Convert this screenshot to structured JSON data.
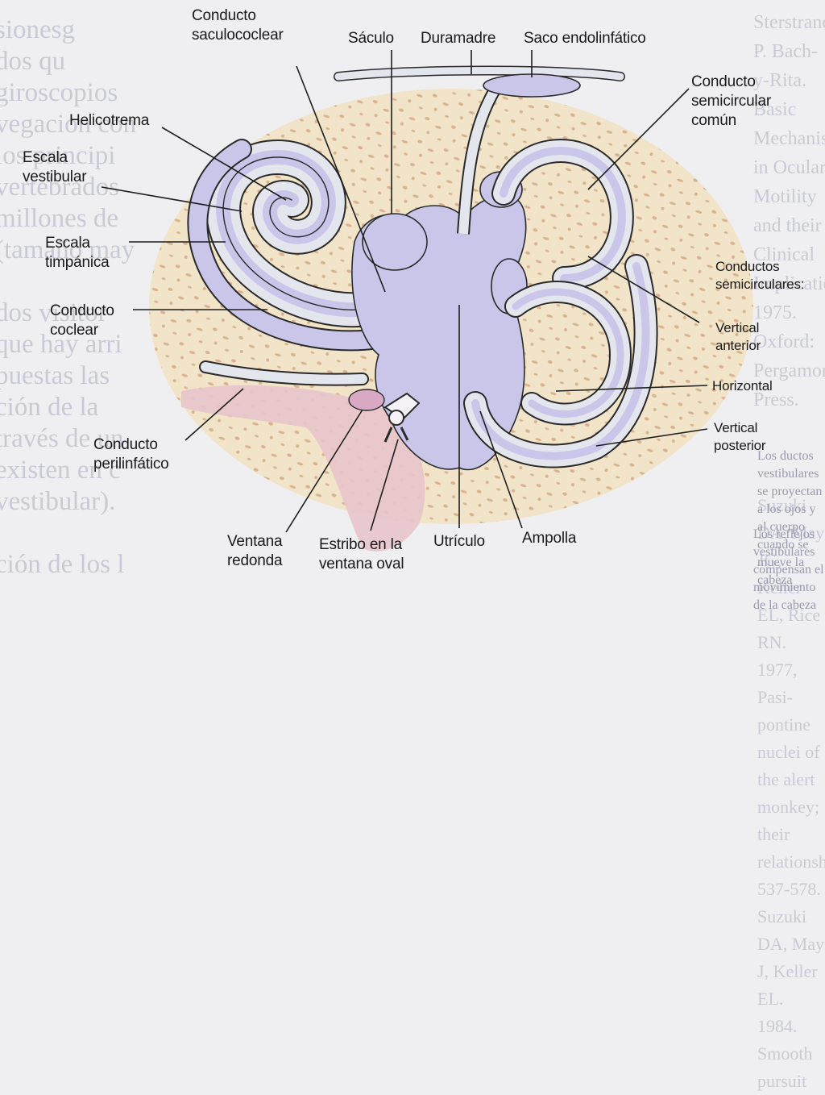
{
  "colors": {
    "page": "#efeff1",
    "bone": "#f1e4c8",
    "bone_dots": "#d9b390",
    "canal_fill": "#c9c6ea",
    "canal_wall": "#e4e6ee",
    "outline": "#2a2a2a",
    "pink": "#e8c4cc"
  },
  "labels": {
    "conducto_saculococlear": "Conducto\nsaculococlear",
    "saculo": "Sáculo",
    "duramadre": "Duramadre",
    "saco_endolinfatico": "Saco endolinfático",
    "conducto_semicircular_comun": "Conducto\nsemicircular\ncomún",
    "helicotrema": "Helicotrema",
    "escala_vestibular": "Escala\nvestibular",
    "escala_timpanica": "Escala\ntimpánica",
    "conducto_coclear": "Conducto\ncoclear",
    "conductos_semicirculares": "Conductos\nsemicirculares:",
    "vertical_anterior": "Vertical\nanterior",
    "horizontal": "Horizontal",
    "vertical_posterior": "Vertical\nposterior",
    "conducto_perilinfatico": "Conducto\nperilinfático",
    "ventana_redonda": "Ventana\nredonda",
    "estribo": "Estribo en la\nventana oval",
    "utriculo": "Utrículo",
    "ampolla": "Ampolla"
  },
  "background_text": {
    "left_column": "sionesg\ndos qu\ngiroscopios\nvegacion con\nlos principi\nvertebrados\nmillones de\n(tamaño may\n\ndos visitor\nque hay arri\npuestas las\nción de la\ntravés de un\nexisten en c\nvestibular).\n\nción de los l",
    "right_top": "Sterstrand, P. Bach-y-Rita. Basic Mechanisms in Ocular\nMotility and their Clinical Implications, 1975.\nOxford: Pergamon Press.",
    "right_bottom": "Suzuki DA, May JG, Keller EL, Rice RN. 1977, Pasi-\npontine nuclei of the alert monkey; their relationship\n537-578.\nSuzuki DA, May J, Keller EL. 1984. Smooth pursuit",
    "caption_1": "Los ductos vestibulares se proyectan a los ojos y al cuerpo\ncuando se mueve la cabeza",
    "caption_2": "Los reflejos vestibulares compensan el movimiento\nde la cabeza"
  }
}
